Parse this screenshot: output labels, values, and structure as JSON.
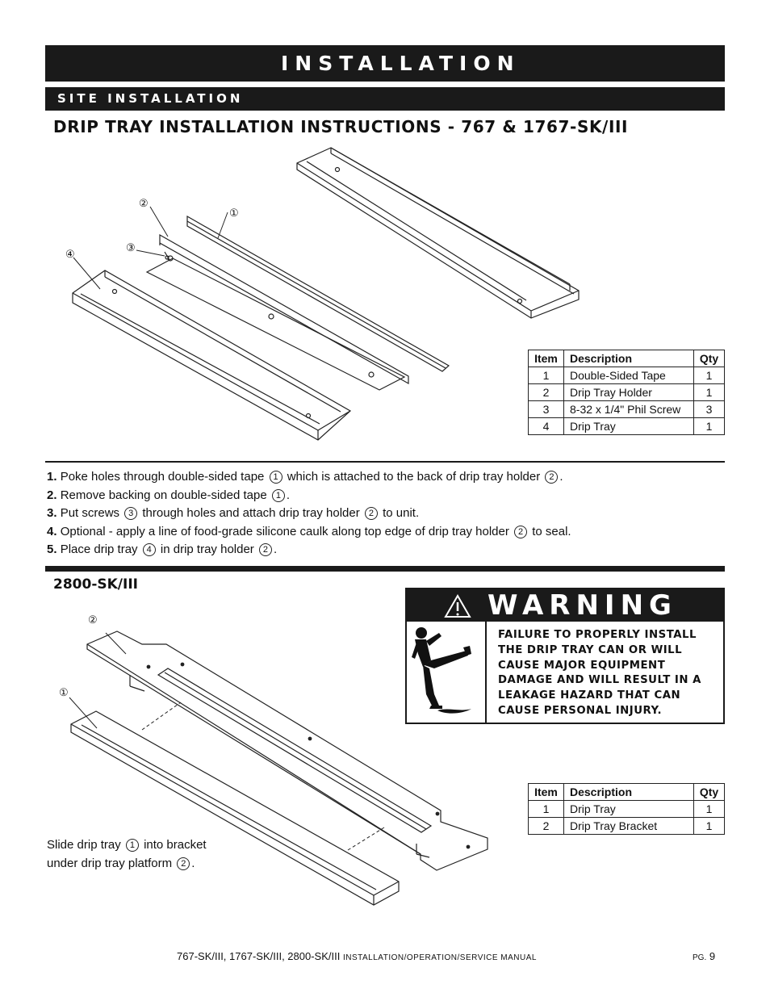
{
  "header": {
    "section": "INSTALLATION",
    "subsection": "SITE INSTALLATION",
    "title": "DRIP TRAY INSTALLATION INSTRUCTIONS - 767 & 1767-SK/III"
  },
  "diagram1": {
    "callouts": [
      "①",
      "②",
      "③",
      "④"
    ]
  },
  "table1": {
    "headers": [
      "Item",
      "Description",
      "Qty"
    ],
    "rows": [
      [
        "1",
        "Double-Sided Tape",
        "1"
      ],
      [
        "2",
        "Drip Tray Holder",
        "1"
      ],
      [
        "3",
        "8-32 x 1/4\" Phil Screw",
        "3"
      ],
      [
        "4",
        "Drip Tray",
        "1"
      ]
    ]
  },
  "steps": [
    {
      "num": "1.",
      "p1": "Poke holes through double-sided tape",
      "c1": "1",
      "p2": "which is attached to the back of drip tray holder",
      "c2": "2",
      "p3": "."
    },
    {
      "num": "2.",
      "p1": "Remove backing on double-sided tape",
      "c1": "1",
      "p2": ".",
      "c2": "",
      "p3": ""
    },
    {
      "num": "3.",
      "p1": "Put screws",
      "c1": "3",
      "p2": "through holes and attach drip tray holder",
      "c2": "2",
      "p3": "to unit."
    },
    {
      "num": "4.",
      "p1": "Optional - apply a line of food-grade silicone caulk along top edge of drip tray holder",
      "c1": "2",
      "p2": "to seal.",
      "c2": "",
      "p3": ""
    },
    {
      "num": "5.",
      "p1": "Place drip tray",
      "c1": "4",
      "p2": "in drip tray holder",
      "c2": "2",
      "p3": "."
    }
  ],
  "section2": {
    "title": "2800-SK/III",
    "callouts": [
      "①",
      "②"
    ],
    "caption_line1_a": "Slide drip tray",
    "caption_line1_c": "1",
    "caption_line1_b": "into bracket",
    "caption_line2_a": "under drip tray platform",
    "caption_line2_c": "2",
    "caption_line2_b": "."
  },
  "warning": {
    "heading": "WARNING",
    "text": "FAILURE TO PROPERLY INSTALL THE DRIP TRAY CAN OR WILL CAUSE MAJOR EQUIPMENT DAMAGE AND WILL RESULT IN A LEAKAGE HAZARD THAT CAN CAUSE PERSONAL INJURY."
  },
  "table2": {
    "headers": [
      "Item",
      "Description",
      "Qty"
    ],
    "rows": [
      [
        "1",
        "Drip Tray",
        "1"
      ],
      [
        "2",
        "Drip Tray Bracket",
        "1"
      ]
    ]
  },
  "footer": {
    "models": "767-SK/III, 1767-SK/III, 2800-SK/III ",
    "manual": "INSTALLATION/OPERATION/SERVICE MANUAL",
    "page_prefix": "PG.",
    "page": " 9"
  }
}
